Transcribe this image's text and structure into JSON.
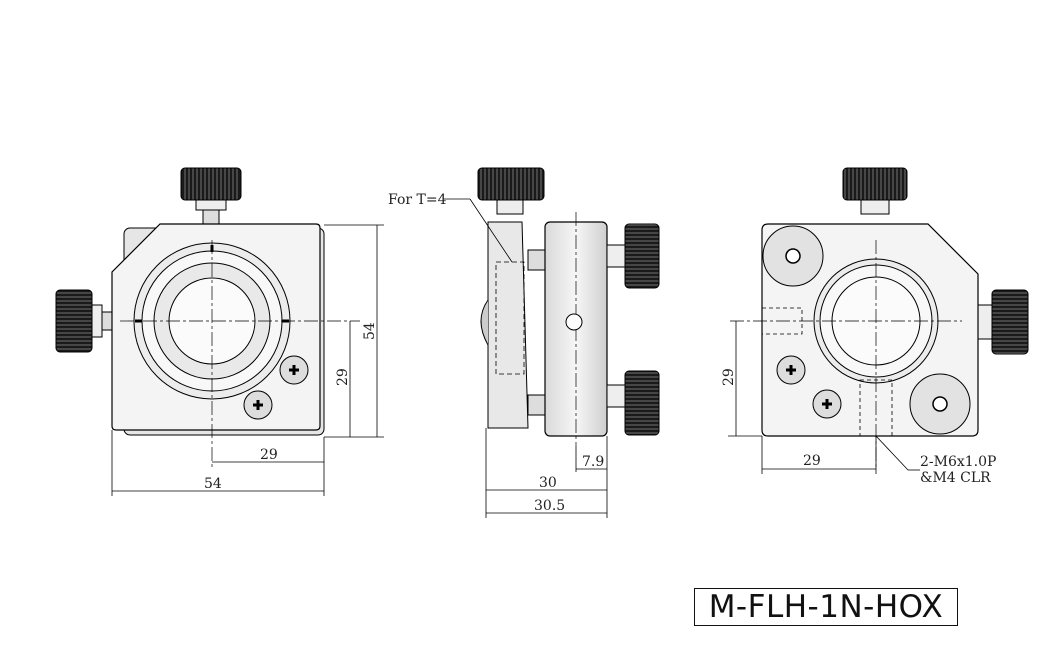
{
  "front_view": {
    "dim_height": "54",
    "dim_center_height": "29",
    "dim_center_width": "29",
    "dim_width": "54"
  },
  "side_view": {
    "callout": "For T=4",
    "dim_offset": "7.9",
    "dim_body": "30",
    "dim_total": "30.5"
  },
  "rear_view": {
    "dim_center_height": "29",
    "dim_center_width": "29",
    "callout_line1": "2-M6x1.0P",
    "callout_line2": "&M4 CLR"
  },
  "model_number": "M-FLH-1N-HOX"
}
